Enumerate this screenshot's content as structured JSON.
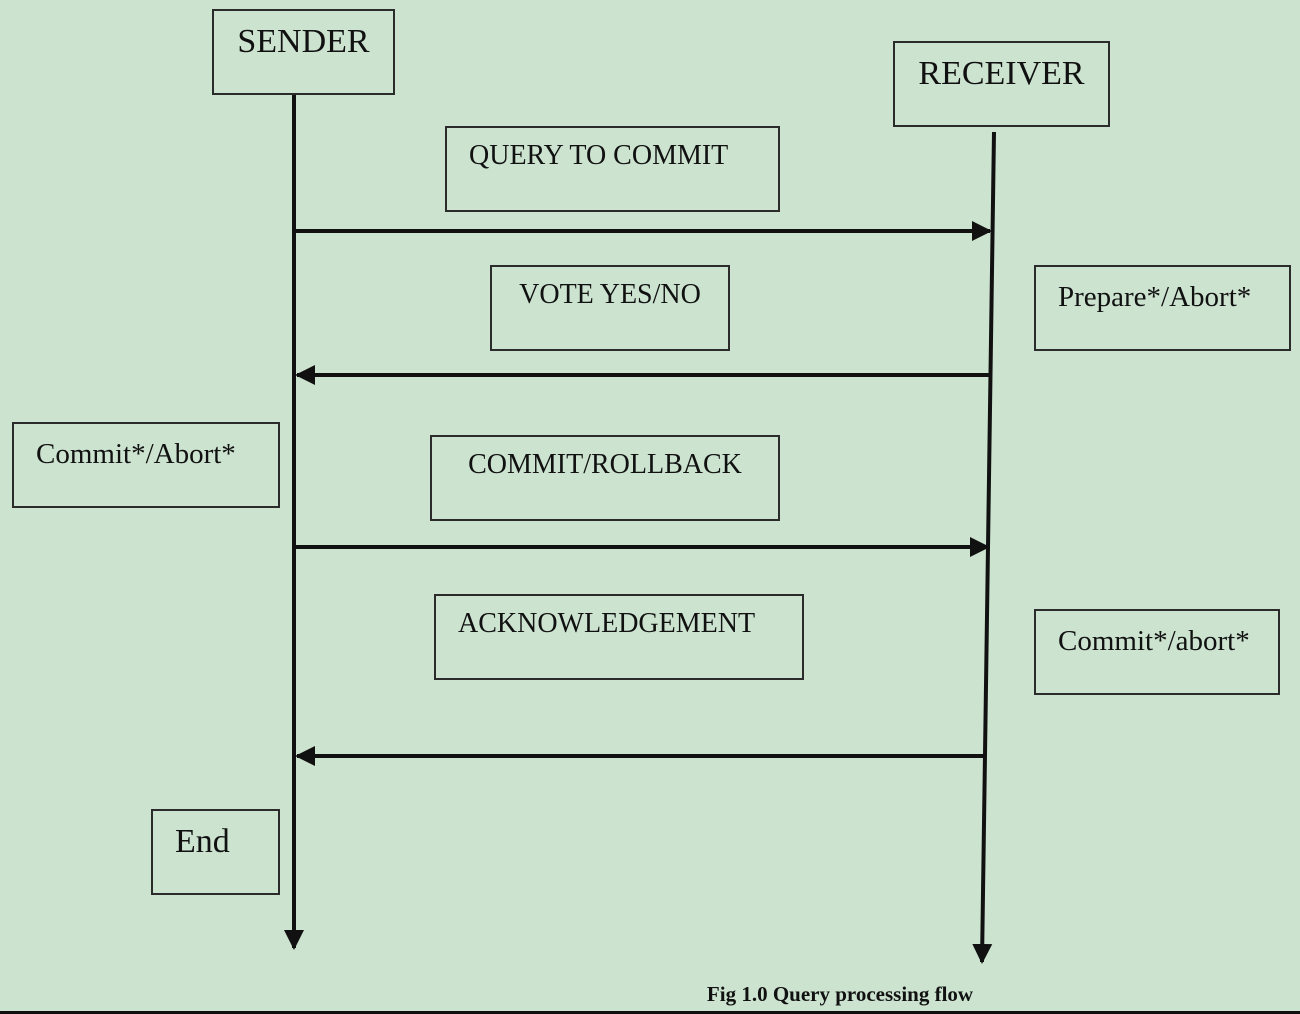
{
  "diagram": {
    "actors": {
      "sender": "SENDER",
      "receiver": "RECEIVER"
    },
    "messages": [
      {
        "label": "QUERY TO COMMIT",
        "direction": "sender-to-receiver"
      },
      {
        "label": "VOTE YES/NO",
        "direction": "receiver-to-sender"
      },
      {
        "label": "COMMIT/ROLLBACK",
        "direction": "sender-to-receiver"
      },
      {
        "label": "ACKNOWLEDGEMENT",
        "direction": "receiver-to-sender"
      }
    ],
    "notes": {
      "receiver_prepare": "Prepare*/Abort*",
      "sender_commit": "Commit*/Abort*",
      "receiver_commit": "Commit*/abort*",
      "sender_end": "End"
    },
    "caption": "Fig 1.0 Query processing flow"
  },
  "colors": {
    "background": "#cce3d0",
    "line": "#111111"
  }
}
